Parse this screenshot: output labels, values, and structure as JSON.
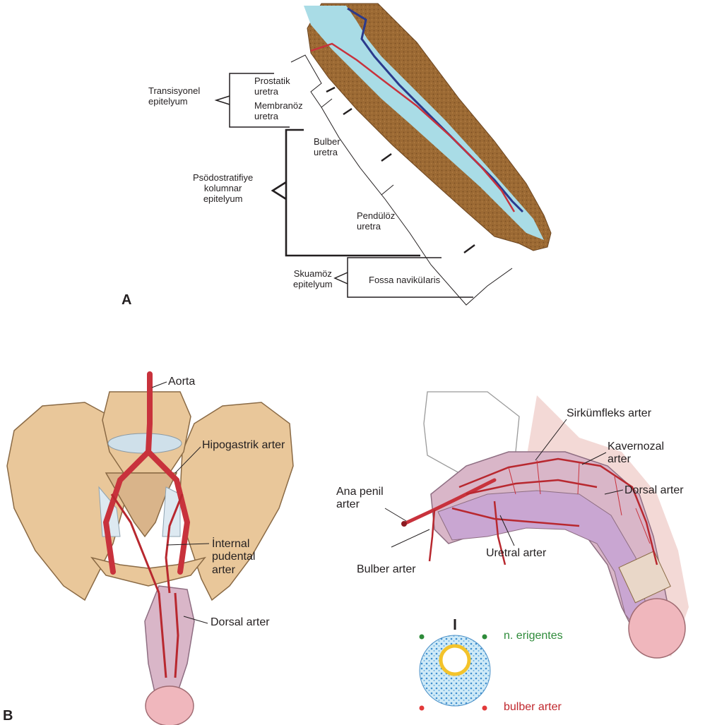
{
  "panel_a": {
    "letter": "A",
    "epithelium": {
      "transitional": "Transisyonel\nepitelyum",
      "pseudostratified": "Psödostratifiye\nkolumnar\nepitelyum",
      "squamous": "Skuamöz\nepitelyum"
    },
    "segments": {
      "prostatic": "Prostatik\nuretra",
      "membranous": "Membranöz\nuretra",
      "bulbar": "Bulber\nuretra",
      "pendulous": "Pendülöz\nuretra",
      "fossa": "Fossa naviküIaris"
    }
  },
  "panel_b": {
    "letter": "B",
    "pelvis_labels": {
      "aorta": "Aorta",
      "hypogastric": "Hipogastrik arter",
      "internal_pudendal": "İnternal\npudental\narter",
      "dorsal": "Dorsal arter"
    },
    "penis_labels": {
      "circumflex": "Sirkümfleks arter",
      "cavernosal": "Kavernozal\narter",
      "dorsal": "Dorsal arter",
      "common_penile": "Ana penil\narter",
      "urethral": "Uretral arter",
      "bulbar": "Bulber arter"
    },
    "cross_section": {
      "nerves": "n. erigentes",
      "bulbar_artery": "bulber arter"
    }
  },
  "colors": {
    "tissue": "#9c6a34",
    "lumen": "#a9dce6",
    "vein": "#2b3a8c",
    "artery": "#c8323c",
    "bone": "#e9c79a",
    "penis": "#d9b6c8",
    "nerve_dot": "#2e8b3a",
    "artery_dot": "#e23a3a"
  }
}
